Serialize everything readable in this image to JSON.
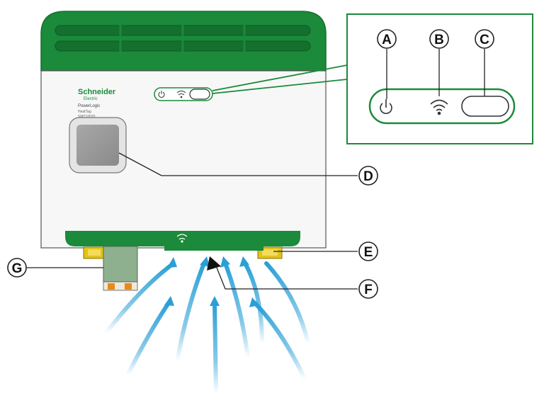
{
  "device": {
    "brand": "Schneider",
    "brand_sub": "Electric",
    "product_line": "PowerLogic",
    "model": "HeatTag",
    "ref": "SMT10020"
  },
  "callouts": [
    {
      "id": "A",
      "label": "A"
    },
    {
      "id": "B",
      "label": "B"
    },
    {
      "id": "C",
      "label": "C"
    },
    {
      "id": "D",
      "label": "D"
    },
    {
      "id": "E",
      "label": "E"
    },
    {
      "id": "F",
      "label": "F"
    },
    {
      "id": "G",
      "label": "G"
    }
  ],
  "icons": {
    "power": "power-icon",
    "wifi": "wifi-icon",
    "button": "button-pill",
    "airflow": "airflow-arrow"
  },
  "colors": {
    "green": "#1b8a3a",
    "dark_green": "#14702e",
    "airflow_blue": "#2a9fd6",
    "terminal_gray": "#8fb08f",
    "clip_yellow": "#e3c21a",
    "connector_orange": "#e88a1a",
    "sensor_gray": "#9a9a9a"
  }
}
